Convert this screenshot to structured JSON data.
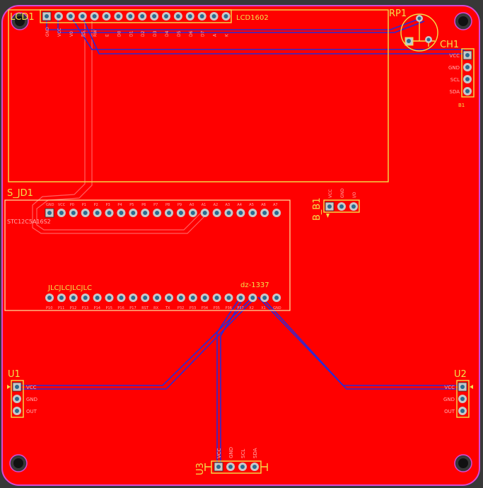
{
  "board": {
    "background": "#383838",
    "copper_color": "#ff0000",
    "outline_color": "#d54bd5",
    "silk_color": "#f2e24a",
    "trace_color": "#2a2ad6",
    "pad_color": "#c8c8c8"
  },
  "components": {
    "lcd1": {
      "designator": "LCD1",
      "part_label": "LCD1602",
      "pin_labels": [
        "GND",
        "VCC",
        "V0",
        "RS",
        "RW",
        "E",
        "D0",
        "D1",
        "D2",
        "D3",
        "D4",
        "D5",
        "D6",
        "D7",
        "A",
        "K"
      ]
    },
    "rp1": {
      "designator": "RP1"
    },
    "ch1": {
      "designator": "CH1",
      "pin_labels": [
        "VCC",
        "GND",
        "SCL",
        "SDA"
      ],
      "sub_label": "B1"
    },
    "s_jd1": {
      "designator": "S_JD1",
      "part_label": "STC12C5A16S2",
      "jlc_label": "JLCJLCJLCJLC",
      "marking": "dz-1337",
      "top_pin_labels": [
        "GND",
        "VCC",
        "P0",
        "P1",
        "P2",
        "P3",
        "P4",
        "P5",
        "P6",
        "P7",
        "P8",
        "P9",
        "A0",
        "A1",
        "A2",
        "A3",
        "A4",
        "A5",
        "A6",
        "A7"
      ],
      "bottom_pin_labels": [
        "P10",
        "P11",
        "P12",
        "P13",
        "P14",
        "P15",
        "P16",
        "P17",
        "RST",
        "RX",
        "TX",
        "P32",
        "P33",
        "P34",
        "P35",
        "P36",
        "P37",
        "X2",
        "X1",
        "GND"
      ]
    },
    "b_b1": {
      "designator": "B_B1",
      "pin_labels": [
        "VCC",
        "GND",
        "I/O"
      ]
    },
    "u1": {
      "designator": "U1",
      "pin_labels": [
        "VCC",
        "GND",
        "OUT"
      ]
    },
    "u2": {
      "designator": "U2",
      "pin_labels": [
        "VCC",
        "GND",
        "OUT"
      ]
    },
    "u3": {
      "designator": "U3",
      "pin_labels": [
        "VCC",
        "GND",
        "SCL",
        "SDA"
      ]
    }
  }
}
